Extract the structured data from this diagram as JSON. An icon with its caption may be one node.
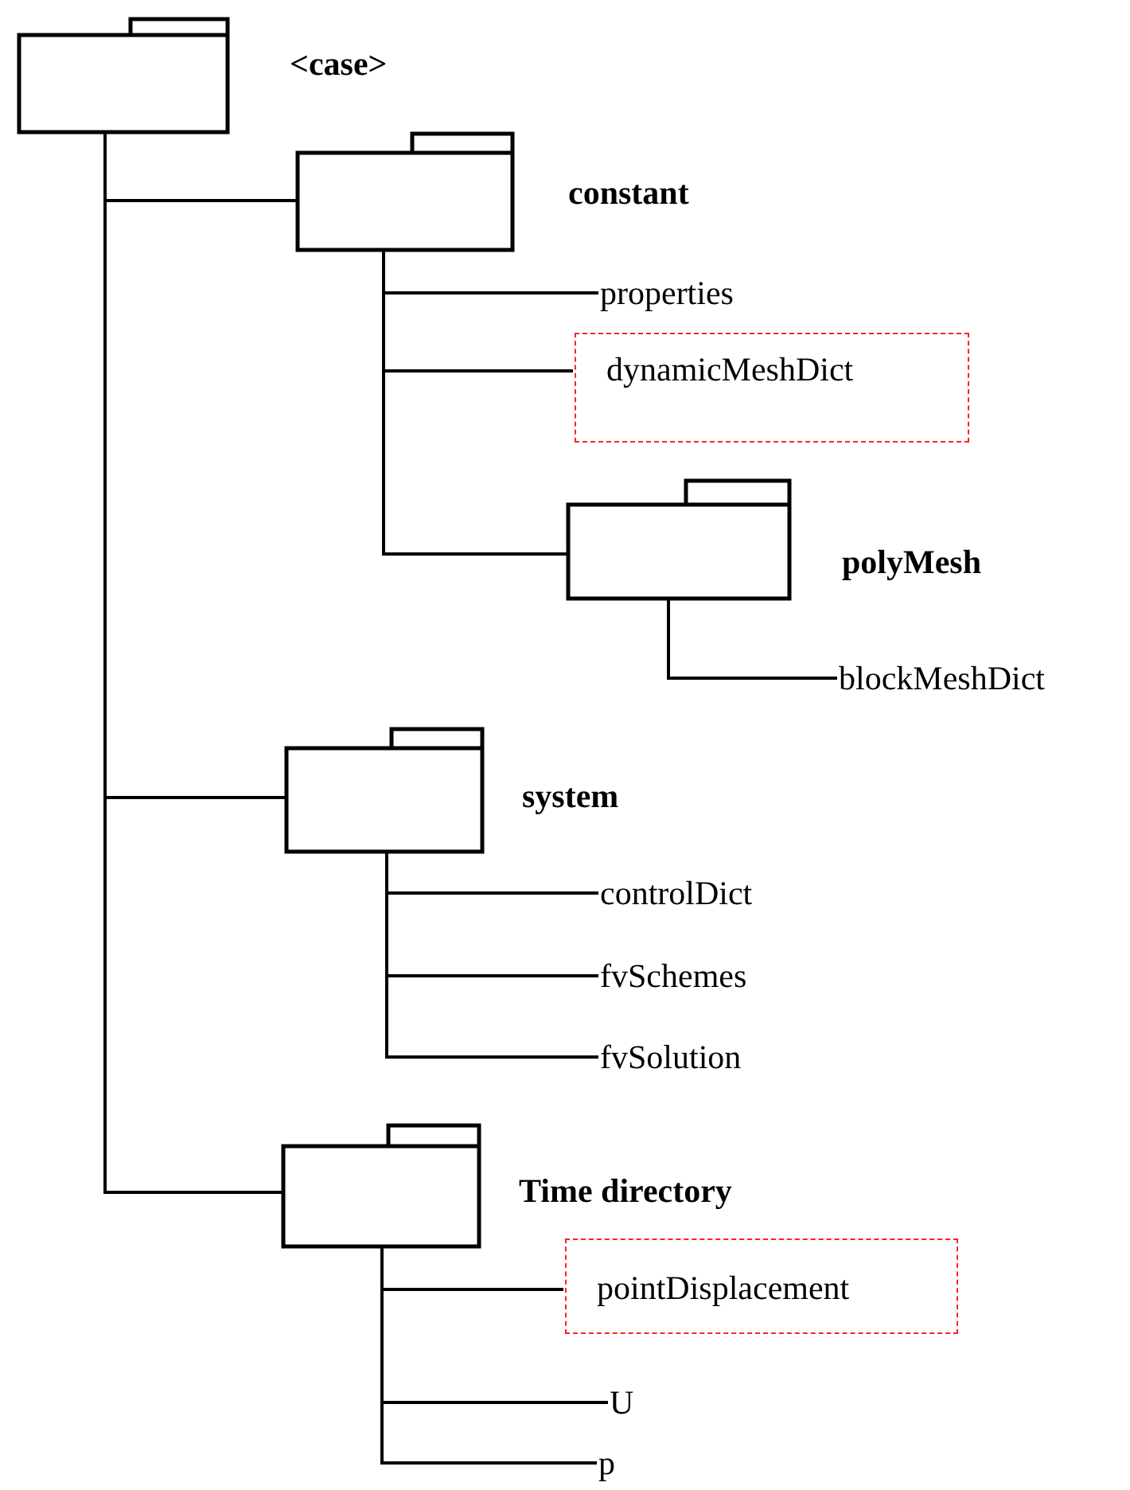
{
  "diagram": {
    "nodes": [
      {
        "text": [
          "<case>"
        ]
      },
      {
        "text": [
          "constant"
        ]
      },
      {
        "text": [
          "properties"
        ]
      },
      {
        "text": [
          "dynamicMeshDict"
        ]
      },
      {
        "text": [
          "polyMesh"
        ]
      },
      {
        "text": [
          "blockMeshDict"
        ]
      },
      {
        "text": [
          "system"
        ]
      },
      {
        "text": [
          "controlDict"
        ]
      },
      {
        "text": [
          "fvSchemes"
        ]
      },
      {
        "text": [
          "fvSolution"
        ]
      },
      {
        "text": [
          "Time directory"
        ]
      },
      {
        "text": [
          "pointDisplacement"
        ]
      },
      {
        "text": [
          "U"
        ]
      },
      {
        "text": [
          "p"
        ]
      }
    ],
    "edges": [
      {
        "from": 0,
        "to": 1,
        "arrow": "none"
      },
      {
        "from": 0,
        "to": 6,
        "arrow": "none"
      },
      {
        "from": 0,
        "to": 10,
        "arrow": "none"
      },
      {
        "from": 1,
        "to": 2,
        "arrow": "none"
      },
      {
        "from": 1,
        "to": 3,
        "arrow": "none"
      },
      {
        "from": 1,
        "to": 4,
        "arrow": "none"
      },
      {
        "from": 4,
        "to": 5,
        "arrow": "none"
      },
      {
        "from": 6,
        "to": 7,
        "arrow": "none"
      },
      {
        "from": 6,
        "to": 8,
        "arrow": "none"
      },
      {
        "from": 6,
        "to": 9,
        "arrow": "none"
      },
      {
        "from": 10,
        "to": 11,
        "arrow": "none"
      },
      {
        "from": 10,
        "to": 12,
        "arrow": "none"
      },
      {
        "from": 10,
        "to": 13,
        "arrow": "none"
      }
    ]
  }
}
